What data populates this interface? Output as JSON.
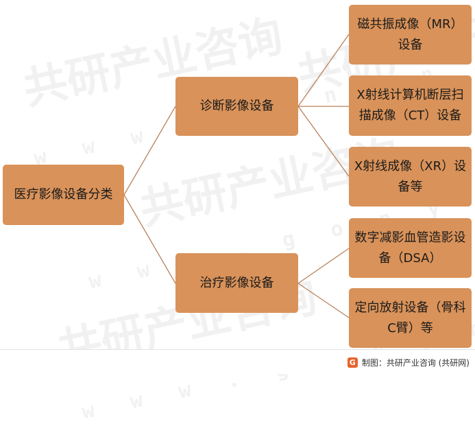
{
  "colors": {
    "node_fill": "#d99259",
    "link": "#b9815a",
    "logo": "#e8622c"
  },
  "watermark": {
    "brand": "共研产业咨询",
    "url": "w w w . g o n y n . c o m"
  },
  "diagram": {
    "root": "医疗影像设备分类",
    "branches": [
      {
        "label": "诊断影像设备",
        "children": [
          "磁共振成像（MR）设备",
          "X射线计算机断层扫描成像（CT）设备",
          "X射线成像（XR）设备等"
        ]
      },
      {
        "label": "治疗影像设备",
        "children": [
          "数字减影血管造影设备（DSA）",
          "定向放射设备（骨科C臂）等"
        ]
      }
    ]
  },
  "credit": {
    "logo_glyph": "G",
    "text": "制图：共研产业咨询 (共研网)"
  }
}
